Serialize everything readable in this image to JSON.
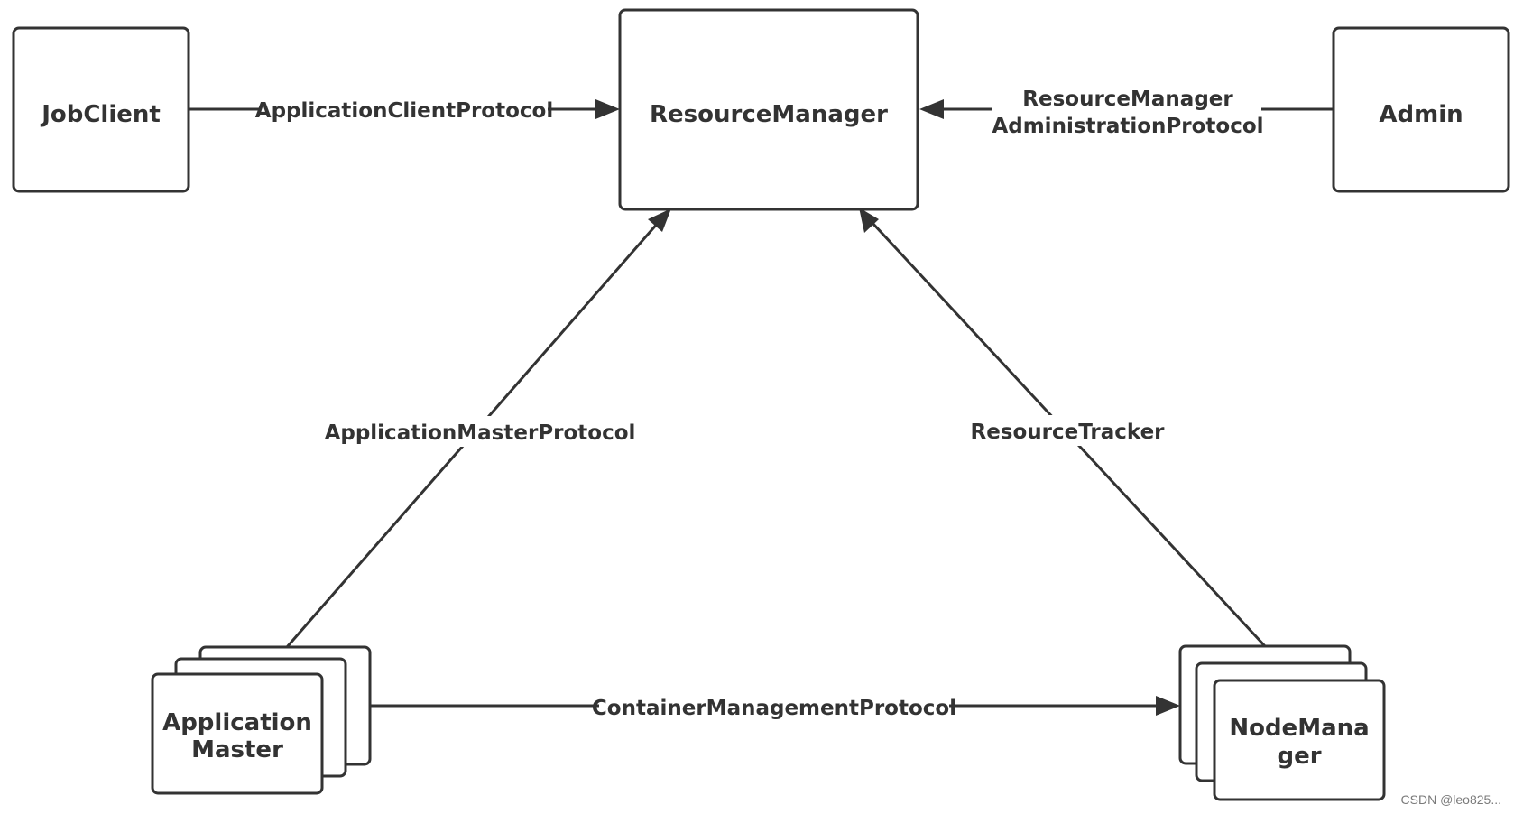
{
  "diagram": {
    "nodes": {
      "resource_manager": "ResourceManager",
      "job_client": "JobClient",
      "admin": "Admin",
      "application_master": [
        "Application",
        "Master"
      ],
      "node_manager": [
        "NodeMana",
        "ger"
      ]
    },
    "edges": {
      "application_client_protocol": "ApplicationClientProtocol",
      "rm_admin_protocol": [
        "ResourceManager",
        "AdministrationProtocol"
      ],
      "application_master_protocol": "ApplicationMasterProtocol",
      "resource_tracker": "ResourceTracker",
      "container_management_protocol": "ContainerManagementProtocol"
    }
  },
  "watermark": "CSDN @leo825..."
}
